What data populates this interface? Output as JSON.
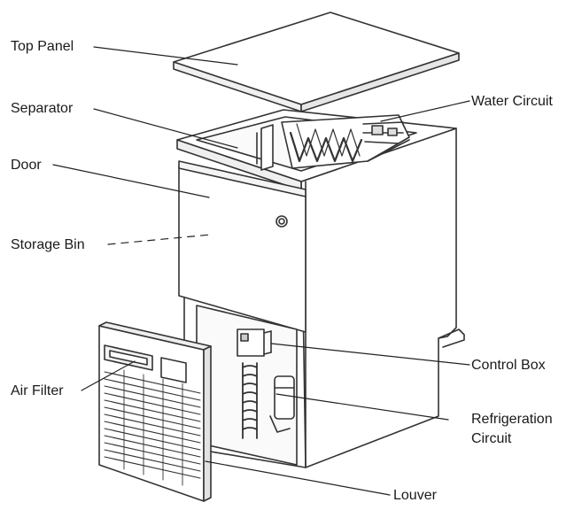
{
  "labels": {
    "top_panel": "Top Panel",
    "separator": "Separator",
    "door": "Door",
    "storage_bin": "Storage Bin",
    "air_filter": "Air Filter",
    "water_circuit": "Water Circuit",
    "control_box": "Control Box",
    "refrigeration_line1": "Refrigeration",
    "refrigeration_line2": "Circuit",
    "louver": "Louver"
  },
  "colors": {
    "line": "#333333",
    "fill": "#ffffff",
    "shade": "#e8e8e8",
    "dark": "#555555"
  }
}
